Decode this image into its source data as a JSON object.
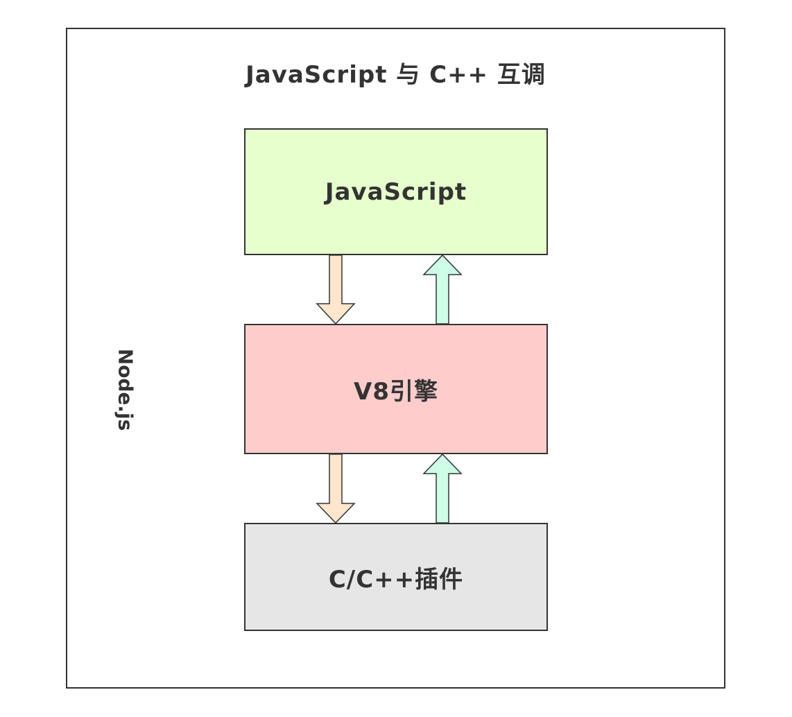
{
  "diagram": {
    "title": "JavaScript 与 C++ 互调",
    "container_label": "Node.js",
    "layers": [
      {
        "label": "JavaScript",
        "color": "#e6ffcc"
      },
      {
        "label": "V8引擎",
        "color": "#ffcccc"
      },
      {
        "label": "C/C++插件",
        "color": "#e6e6e6"
      }
    ],
    "arrow_colors": {
      "down": "#ffe6cc",
      "up": "#ccffe6",
      "stroke": "#333333"
    }
  }
}
